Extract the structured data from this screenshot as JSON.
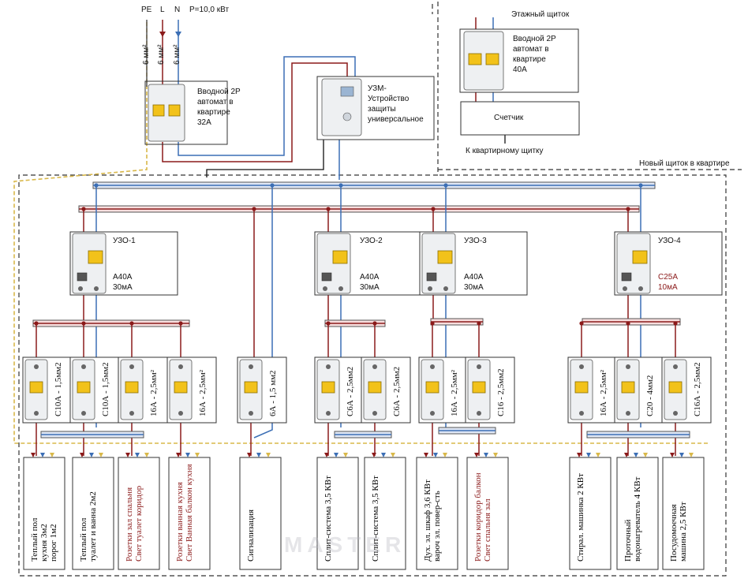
{
  "colors": {
    "phase": "#8b1a1a",
    "neutral": "#3c6fb5",
    "pe": "#d9b84a",
    "ground": "#555555"
  },
  "supply": {
    "pe": "PE",
    "l": "L",
    "n": "N",
    "power": "P=10,0 кВт",
    "cable_pe": "6 мм²",
    "cable_l": "6 мм²",
    "cable_n": "6 мм²"
  },
  "main_breaker": {
    "text": "Вводной 2Р\nавтомат в\nквартире\n32А"
  },
  "uzm": {
    "text": "УЗМ-\nУстройство\nзащиты\nуниверсальное"
  },
  "floor_panel": {
    "title": "Этажный щиток",
    "breaker_text": "Вводной 2Р\nавтомат в\nквартире\n 40А",
    "meter": "Счетчик",
    "to_apartment": "К квартирному щитку"
  },
  "new_panel_label": "Новый щиток в квартире",
  "rcds": [
    {
      "name": "УЗО-1",
      "rating": "А40А\n30мА",
      "red": false
    },
    {
      "name": "УЗО-2",
      "rating": "А40А\n30мА",
      "red": false
    },
    {
      "name": "УЗО-3",
      "rating": "А40А\n30мА",
      "red": false
    },
    {
      "name": "УЗО-4",
      "rating": "С25А\n10мА",
      "red": true
    }
  ],
  "breakers": [
    {
      "label": "С10А - 1,5мм2",
      "red": false
    },
    {
      "label": "С10А - 1,5мм2",
      "red": false
    },
    {
      "label": "16А - 2,5мм²",
      "red": false
    },
    {
      "label": "16А - 2,5мм²",
      "red": false
    },
    {
      "label": "6А - 1,5 мм2",
      "red": false
    },
    {
      "label": "С6А - 2,5мм2",
      "red": false
    },
    {
      "label": "С6А - 2,5мм2",
      "red": false
    },
    {
      "label": "16А - 2,5мм²",
      "red": false
    },
    {
      "label": "С16 - 2,5мм2",
      "red": true
    },
    {
      "label": "16А - 2,5мм²",
      "red": false
    },
    {
      "label": "С20 - 4мм2",
      "red": false
    },
    {
      "label": "С16А - 2,5мм2",
      "red": false
    }
  ],
  "loads": [
    {
      "line1": "Теплый пол",
      "line2": "кухня 3м2",
      "line3": "порог 1м2",
      "red": false
    },
    {
      "line1": "Теплый пол",
      "line2": "туалет и ванна 2м2",
      "line3": "",
      "red": false
    },
    {
      "line1": "Розетки зал спальня",
      "line2": "Свет туалет коридор",
      "line3": "",
      "red": true
    },
    {
      "line1": "Розетки ванная кухня",
      "line2": "Свет Ванная балкон кухня",
      "line3": "",
      "red": true
    },
    {
      "line1": "Сигнализация",
      "line2": "",
      "line3": "",
      "red": false
    },
    {
      "line1": "Сплит-система 3,5 КВт",
      "line2": "",
      "line3": "",
      "red": false
    },
    {
      "line1": "Сплит-система 3,5 КВт",
      "line2": "",
      "line3": "",
      "red": false
    },
    {
      "line1": "Дух. эл. шкаф 3,6 КВт",
      "line2": "вароч эл. повер-сть",
      "line3": "",
      "red": false
    },
    {
      "line1": "Розетки коридор балкон",
      "line2": "Свет спальня зал",
      "line3": "",
      "red": true
    },
    {
      "line1": "Стирал. машинка 2 КВт",
      "line2": "",
      "line3": "",
      "red": false
    },
    {
      "line1": "Проточный",
      "line2": "водонагреватель 4 КВт",
      "line3": "",
      "red": false
    },
    {
      "line1": "Посудомоечная",
      "line2": "машина 2,5 КВт",
      "line3": "",
      "red": false
    }
  ],
  "watermark": "MASTER"
}
